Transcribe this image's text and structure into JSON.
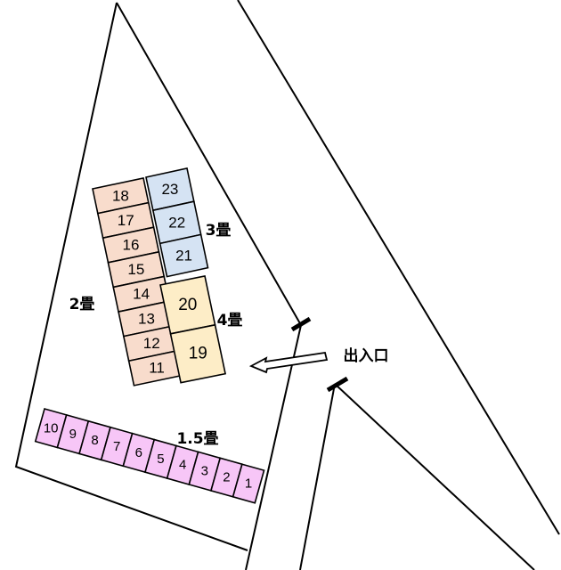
{
  "colors": {
    "size_2": "#f8dccc",
    "size_3": "#d5e3f3",
    "size_4": "#fdedc7",
    "size_1_5": "#f7c6f7"
  },
  "labels": {
    "size_2": "2畳",
    "size_3": "3畳",
    "size_4": "4畳",
    "size_1_5": "1.5畳",
    "entrance": "出入口"
  },
  "units": {
    "size_2": [
      "18",
      "17",
      "16",
      "15",
      "14",
      "13",
      "12",
      "11"
    ],
    "size_3": [
      "23",
      "22",
      "21"
    ],
    "size_4": [
      "20",
      "19"
    ],
    "size_1_5": [
      "10",
      "9",
      "8",
      "7",
      "6",
      "5",
      "4",
      "3",
      "2",
      "1"
    ]
  }
}
